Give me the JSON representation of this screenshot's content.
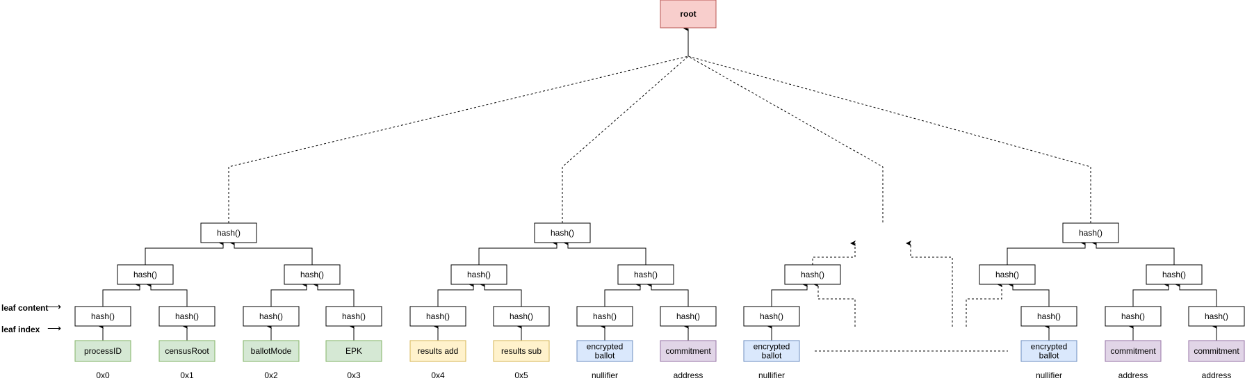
{
  "root": {
    "label": "root"
  },
  "hash_label": "hash()",
  "row_labels": {
    "leaf_content": "leaf content",
    "leaf_index": "leaf index",
    "arrow": "⟶"
  },
  "leaves": [
    {
      "content": [
        "processID"
      ],
      "index": "0x0",
      "color": "green"
    },
    {
      "content": [
        "censusRoot"
      ],
      "index": "0x1",
      "color": "green"
    },
    {
      "content": [
        "ballotMode"
      ],
      "index": "0x2",
      "color": "green"
    },
    {
      "content": [
        "EPK"
      ],
      "index": "0x3",
      "color": "green"
    },
    {
      "content": [
        "results add"
      ],
      "index": "0x4",
      "color": "yellow"
    },
    {
      "content": [
        "results sub"
      ],
      "index": "0x5",
      "color": "yellow"
    },
    {
      "content": [
        "encrypted",
        "ballot"
      ],
      "index": "nullifier",
      "color": "blue"
    },
    {
      "content": [
        "commitment"
      ],
      "index": "address",
      "color": "purple"
    },
    {
      "content": [
        "encrypted",
        "ballot"
      ],
      "index": "nullifier",
      "color": "blue"
    },
    {
      "content": [
        "encrypted",
        "ballot"
      ],
      "index": "nullifier",
      "color": "blue"
    },
    {
      "content": [
        "commitment"
      ],
      "index": "address",
      "color": "purple"
    },
    {
      "content": [
        "commitment"
      ],
      "index": "address",
      "color": "purple"
    }
  ],
  "colors": {
    "root": {
      "fill": "#f8cecc",
      "stroke": "#b85450"
    },
    "green": {
      "fill": "#d5e8d4",
      "stroke": "#82b366"
    },
    "yellow": {
      "fill": "#fff2cc",
      "stroke": "#d6b656"
    },
    "blue": {
      "fill": "#dae8fc",
      "stroke": "#6c8ebf"
    },
    "purple": {
      "fill": "#e1d5e7",
      "stroke": "#9673a6"
    }
  }
}
